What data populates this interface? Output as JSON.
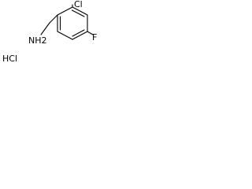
{
  "structure": {
    "salt_label": "HCl",
    "amine_label": "NH2",
    "chloro_label": "Cl",
    "fluoro_label": "F"
  }
}
